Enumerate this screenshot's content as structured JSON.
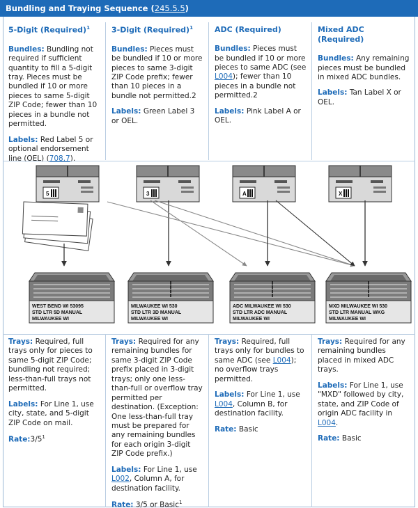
{
  "header": {
    "title": "Bundling and Traying Sequence",
    "ref_link": "245.5.5"
  },
  "columns": [
    {
      "title": "5-Digit (Required)",
      "title_sup": "1",
      "bundles_label": "Bundles:",
      "bundles_text": "Bundling not required if sufficient quantity to fill a 5-digit tray. Pieces must be bundled if 10 or more pieces to same 5-digit ZIP Code; fewer than 10 pieces in a bundle not permitted.",
      "labels_label": "Labels:",
      "labels_text": "Red Label 5 or optional endorsement line (OEL) (",
      "labels_link": "708.7",
      "labels_after": ")."
    },
    {
      "title": "3-Digit (Required)",
      "title_sup": "1",
      "bundles_label": "Bundles:",
      "bundles_text": "Pieces must be bundled if 10 or more pieces to same 3-digit ZIP Code prefix; fewer than 10 pieces in a bundle not permitted.2",
      "labels_label": "Labels:",
      "labels_text": "Green Label 3 or OEL."
    },
    {
      "title": "ADC (Required)",
      "bundles_label": "Bundles:",
      "bundles_before": "Pieces must be bundled if 10 or more pieces to same ADC (see ",
      "bundles_link": "L004",
      "bundles_after": "); fewer than 10 pieces in a bundle not permitted.2",
      "labels_label": "Labels:",
      "labels_text": "Pink Label A or OEL."
    },
    {
      "title": "Mixed ADC (Required)",
      "bundles_label": "Bundles:",
      "bundles_text": "Any remaining pieces must be bundled in mixed ADC bundles.",
      "labels_label": "Labels:",
      "labels_text": "Tan Label X or OEL."
    }
  ],
  "diagram": {
    "bundle_codes": [
      "5",
      "3",
      "A",
      "X"
    ],
    "trays": [
      {
        "line1": "WEST BEND WI   53095",
        "line2": "STD LTR 5D MANUAL",
        "line3": "MILWAUKEE WI"
      },
      {
        "line1": "MILWAUKEE WI      530",
        "line2": "STD LTR 3D MANUAL",
        "line3": "MILWAUKEE WI"
      },
      {
        "line1": "ADC MILWAUKEE WI 530",
        "line2": "STD LTR ADC MANUAL",
        "line3": "MILWAUKEE WI"
      },
      {
        "line1": "MXD MILWAUKEE WI 530",
        "line2": "STD LTR MANUAL WKG",
        "line3": "MILWAUKEE WI"
      }
    ]
  },
  "trays": [
    {
      "trays_label": "Trays:",
      "trays_text": "Required, full trays only for pieces to same 5-digit ZIP Code; bundling not required; less-than-full trays not permitted.",
      "labels_label": "Labels:",
      "labels_text": "For Line 1, use city, state, and 5-digit ZIP Code on mail.",
      "rate_label": "Rate:",
      "rate_text": "3/5",
      "rate_sup": "1"
    },
    {
      "trays_label": "Trays:",
      "trays_text": "Required for any remaining bundles for same 3-digit ZIP Code prefix placed in 3-digit trays; only one less-than-full or overflow tray permitted per destination. (Exception: One less-than-full tray must be prepared for any remaining bundles for each origin 3-digit ZIP Code prefix.)",
      "labels_label": "Labels:",
      "labels_before": "For Line 1, use ",
      "labels_link": "L002",
      "labels_after": ", Column A, for destination facility.",
      "rate_label": "Rate:",
      "rate_text": "3/5 or Basic",
      "rate_sup": "1"
    },
    {
      "trays_label": "Trays:",
      "trays_before": "Required, full trays only for bundles to same ADC (see ",
      "trays_link": "L004",
      "trays_after": "); no overflow trays permitted.",
      "labels_label": "Labels:",
      "labels_before": "For Line 1, use ",
      "labels_link": "L004",
      "labels_after": ", Column B, for destination facility.",
      "rate_label": "Rate:",
      "rate_text": "Basic"
    },
    {
      "trays_label": "Trays:",
      "trays_text": "Required for any remaining bundles placed in mixed ADC trays.",
      "labels_label": "Labels:",
      "labels_before": "For Line 1, use \"MXD\" followed by city, state, and ZIP Code of origin ADC facility in ",
      "labels_link": "L004",
      "labels_after": ".",
      "rate_label": "Rate:",
      "rate_text": "Basic"
    }
  ]
}
